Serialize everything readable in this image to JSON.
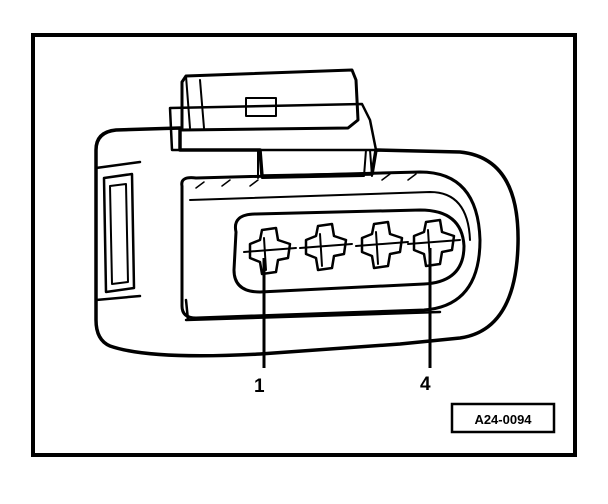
{
  "figure": {
    "pin_labels": [
      {
        "text": "1",
        "pin_index": 0
      },
      {
        "text": "4",
        "pin_index": 3
      }
    ],
    "reference_code": "A24-0094"
  }
}
